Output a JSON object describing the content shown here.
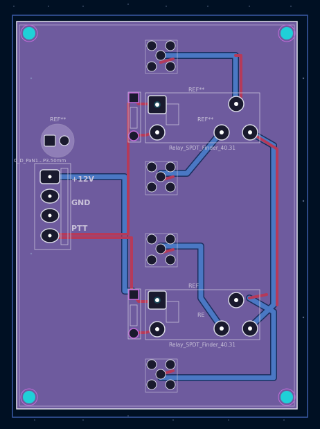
{
  "board": {
    "colors": {
      "background": "#001023",
      "board_fill": "#6e5b9e",
      "edge": "#d8d8e8",
      "trace_front": "#b53a5a",
      "trace_back": "#4a78c4",
      "trace_back_outline": "#1b2e5e",
      "pad_copper": "#1a1a2e",
      "pad_ring": "#d9d9e6",
      "mount_hole": "#1fd0d8",
      "silk": "#c9c2d9"
    }
  },
  "labels": {
    "ref_relay1": "REF**",
    "ref_relay1_b": "REF**",
    "ref_relay2": "REF",
    "ref_relay2_b": "RE",
    "ref_cap": "REF**",
    "relay1_value": "Relay_SPDT_Finder_40.31",
    "relay2_value": "Relay_SPDT_Finder_40.31",
    "conn_value": "C_D_PaN1...P3.50mm",
    "pin_label_1": "+12V",
    "pin_label_2": "GND",
    "pin_label_3": "PTT"
  }
}
